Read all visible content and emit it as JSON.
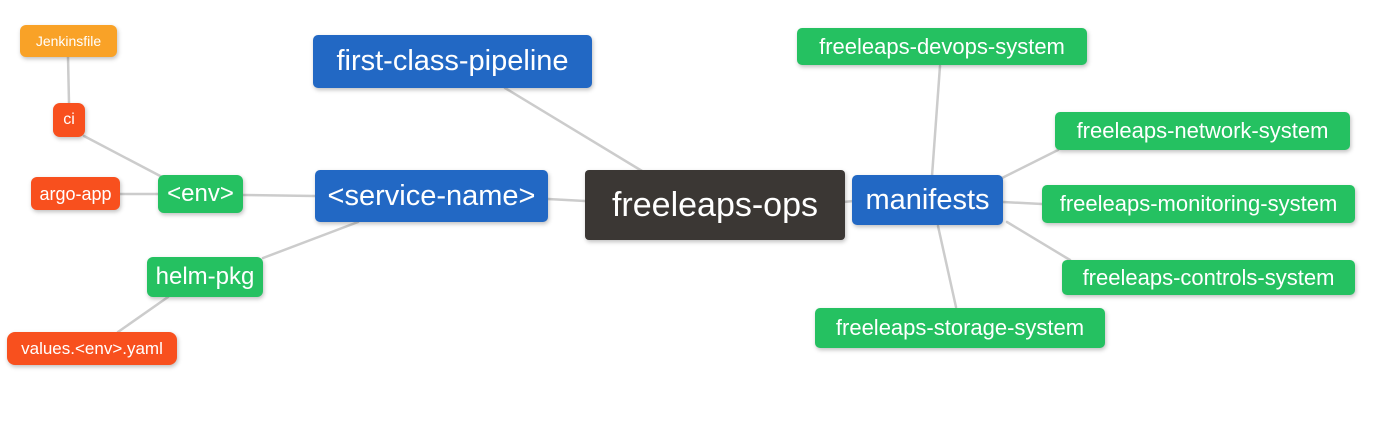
{
  "diagram": {
    "type": "mindmap",
    "root_label": "freeleaps-ops",
    "colors": {
      "root": "#3B3734",
      "branch_blue": "#2268C4",
      "leaf_green": "#25C161",
      "leaf_red": "#F8501E",
      "leaf_orange": "#F9A227",
      "edge_gray": "#CCCCCC",
      "text": "#FFFFFF",
      "background": "#FFFFFF"
    }
  },
  "nodes": {
    "ops": {
      "label": "freeleaps-ops",
      "color": "#3B3734"
    },
    "fcp": {
      "label": "first-class-pipeline",
      "color": "#2268C4"
    },
    "svc": {
      "label": "<service-name>",
      "color": "#2268C4"
    },
    "manifests": {
      "label": "manifests",
      "color": "#2268C4"
    },
    "env": {
      "label": "<env>",
      "color": "#25C161"
    },
    "helm_pkg": {
      "label": "helm-pkg",
      "color": "#25C161"
    },
    "ci": {
      "label": "ci",
      "color": "#F8501E"
    },
    "argo_app": {
      "label": "argo-app",
      "color": "#F8501E"
    },
    "values_yaml": {
      "label": "values.<env>.yaml",
      "color": "#F8501E"
    },
    "jenkinsfile": {
      "label": "Jenkinsfile",
      "color": "#F9A227"
    },
    "devops": {
      "label": "freeleaps-devops-system",
      "color": "#25C161"
    },
    "network": {
      "label": "freeleaps-network-system",
      "color": "#25C161"
    },
    "monitoring": {
      "label": "freeleaps-monitoring-system",
      "color": "#25C161"
    },
    "controls": {
      "label": "freeleaps-controls-system",
      "color": "#25C161"
    },
    "storage": {
      "label": "freeleaps-storage-system",
      "color": "#25C161"
    }
  },
  "edges": [
    {
      "from": "jenkinsfile",
      "to": "ci"
    },
    {
      "from": "ci",
      "to": "env"
    },
    {
      "from": "argo-app",
      "to": "env"
    },
    {
      "from": "env",
      "to": "service-name"
    },
    {
      "from": "helm-pkg",
      "to": "service-name"
    },
    {
      "from": "values.<env>.yaml",
      "to": "helm-pkg"
    },
    {
      "from": "first-class-pipeline",
      "to": "freeleaps-ops"
    },
    {
      "from": "service-name",
      "to": "freeleaps-ops"
    },
    {
      "from": "freeleaps-ops",
      "to": "manifests"
    },
    {
      "from": "manifests",
      "to": "freeleaps-devops-system"
    },
    {
      "from": "manifests",
      "to": "freeleaps-network-system"
    },
    {
      "from": "manifests",
      "to": "freeleaps-monitoring-system"
    },
    {
      "from": "manifests",
      "to": "freeleaps-controls-system"
    },
    {
      "from": "manifests",
      "to": "freeleaps-storage-system"
    }
  ]
}
